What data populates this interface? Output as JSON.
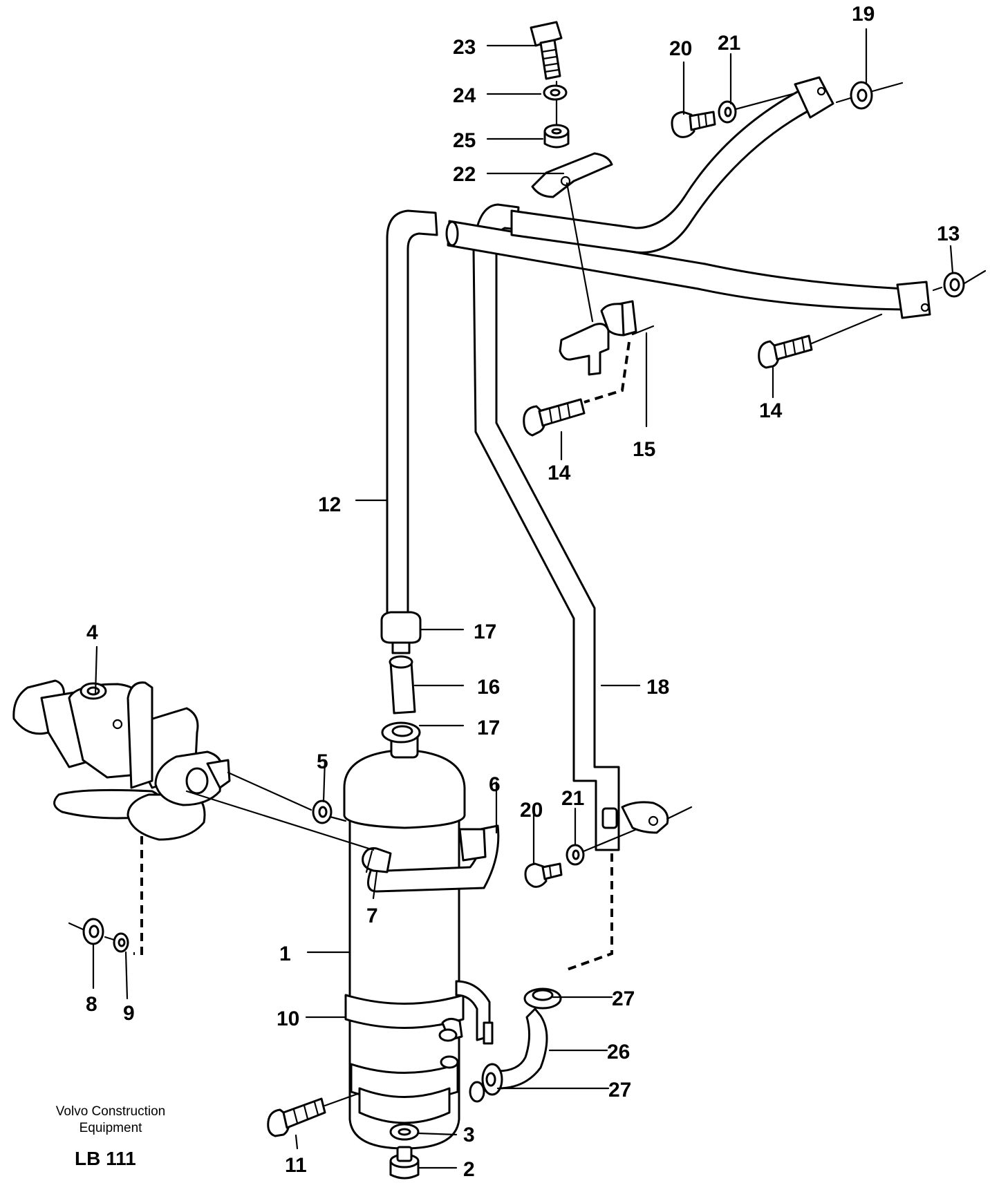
{
  "footer": {
    "company": "Volvo Construction",
    "company_line2": "Equipment",
    "code": "LB 111"
  },
  "callouts": {
    "c1": "1",
    "c2": "2",
    "c3": "3",
    "c4": "4",
    "c5": "5",
    "c6": "6",
    "c7": "7",
    "c8": "8",
    "c9": "9",
    "c10": "10",
    "c11": "11",
    "c12": "12",
    "c13": "13",
    "c14a": "14",
    "c14b": "14",
    "c15": "15",
    "c16": "16",
    "c17a": "17",
    "c17b": "17",
    "c18": "18",
    "c19": "19",
    "c20a": "20",
    "c20b": "20",
    "c21a": "21",
    "c21b": "21",
    "c22": "22",
    "c23": "23",
    "c24": "24",
    "c25": "25",
    "c26": "26",
    "c27a": "27",
    "c27b": "27"
  }
}
